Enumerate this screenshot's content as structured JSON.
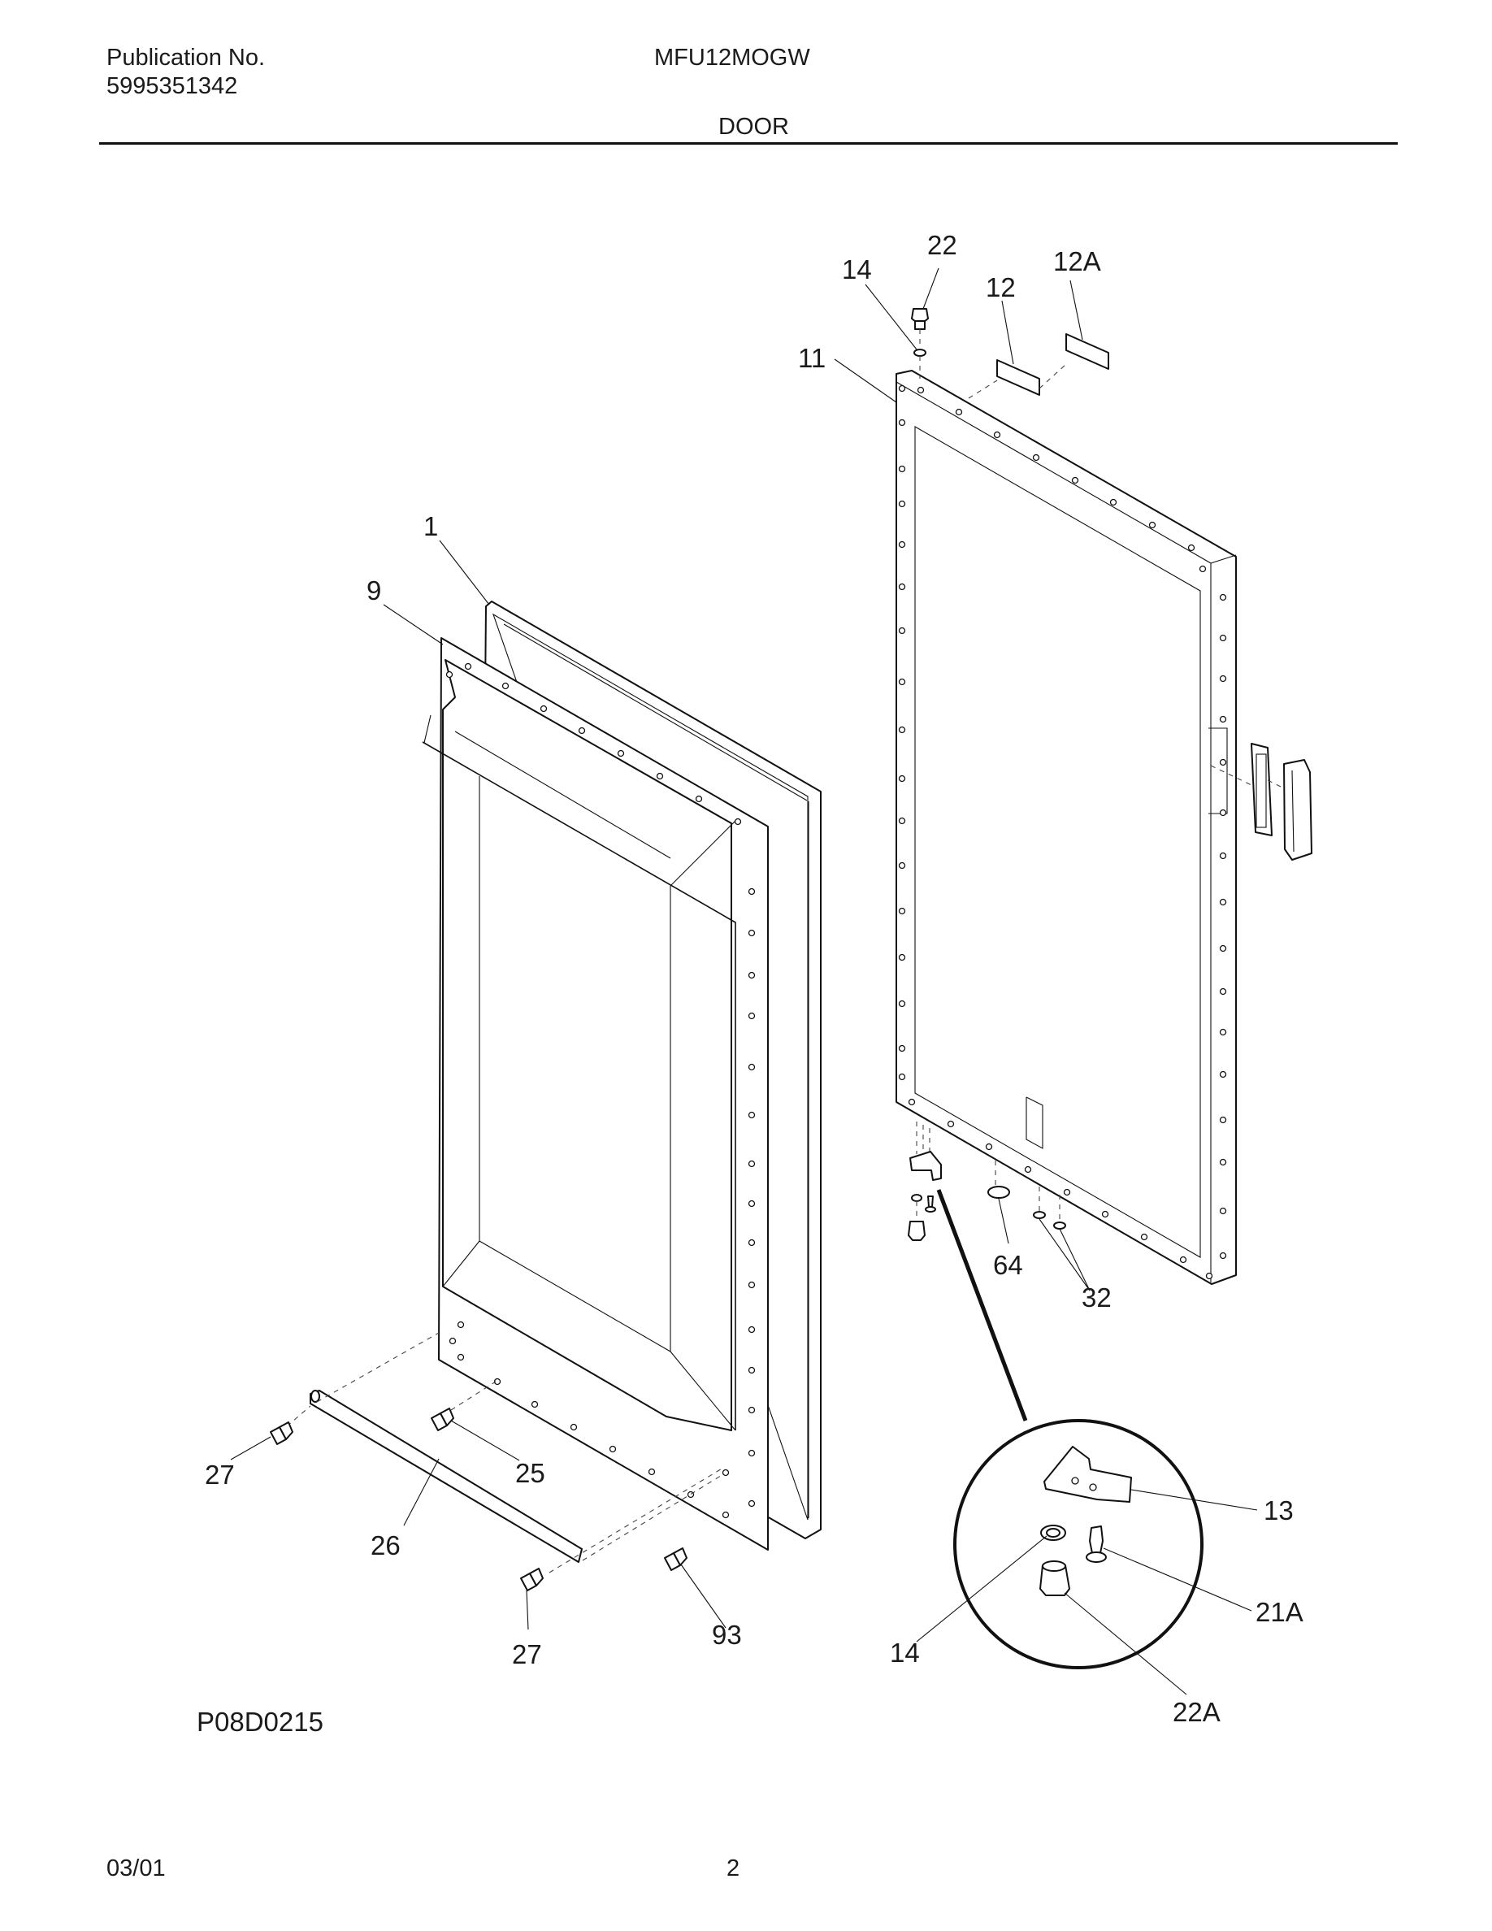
{
  "header": {
    "publication_label": "Publication No.",
    "publication_number": "5995351342",
    "model": "MFU12MOGW",
    "section_title": "DOOR"
  },
  "diagram": {
    "callouts": [
      "22",
      "14",
      "12",
      "12A",
      "11",
      "1",
      "9",
      "64",
      "32",
      "27",
      "25",
      "26",
      "27",
      "93",
      "13",
      "21A",
      "14",
      "22A"
    ],
    "drawing_id": "P08D0215"
  },
  "footer": {
    "date": "03/01",
    "page": "2"
  }
}
